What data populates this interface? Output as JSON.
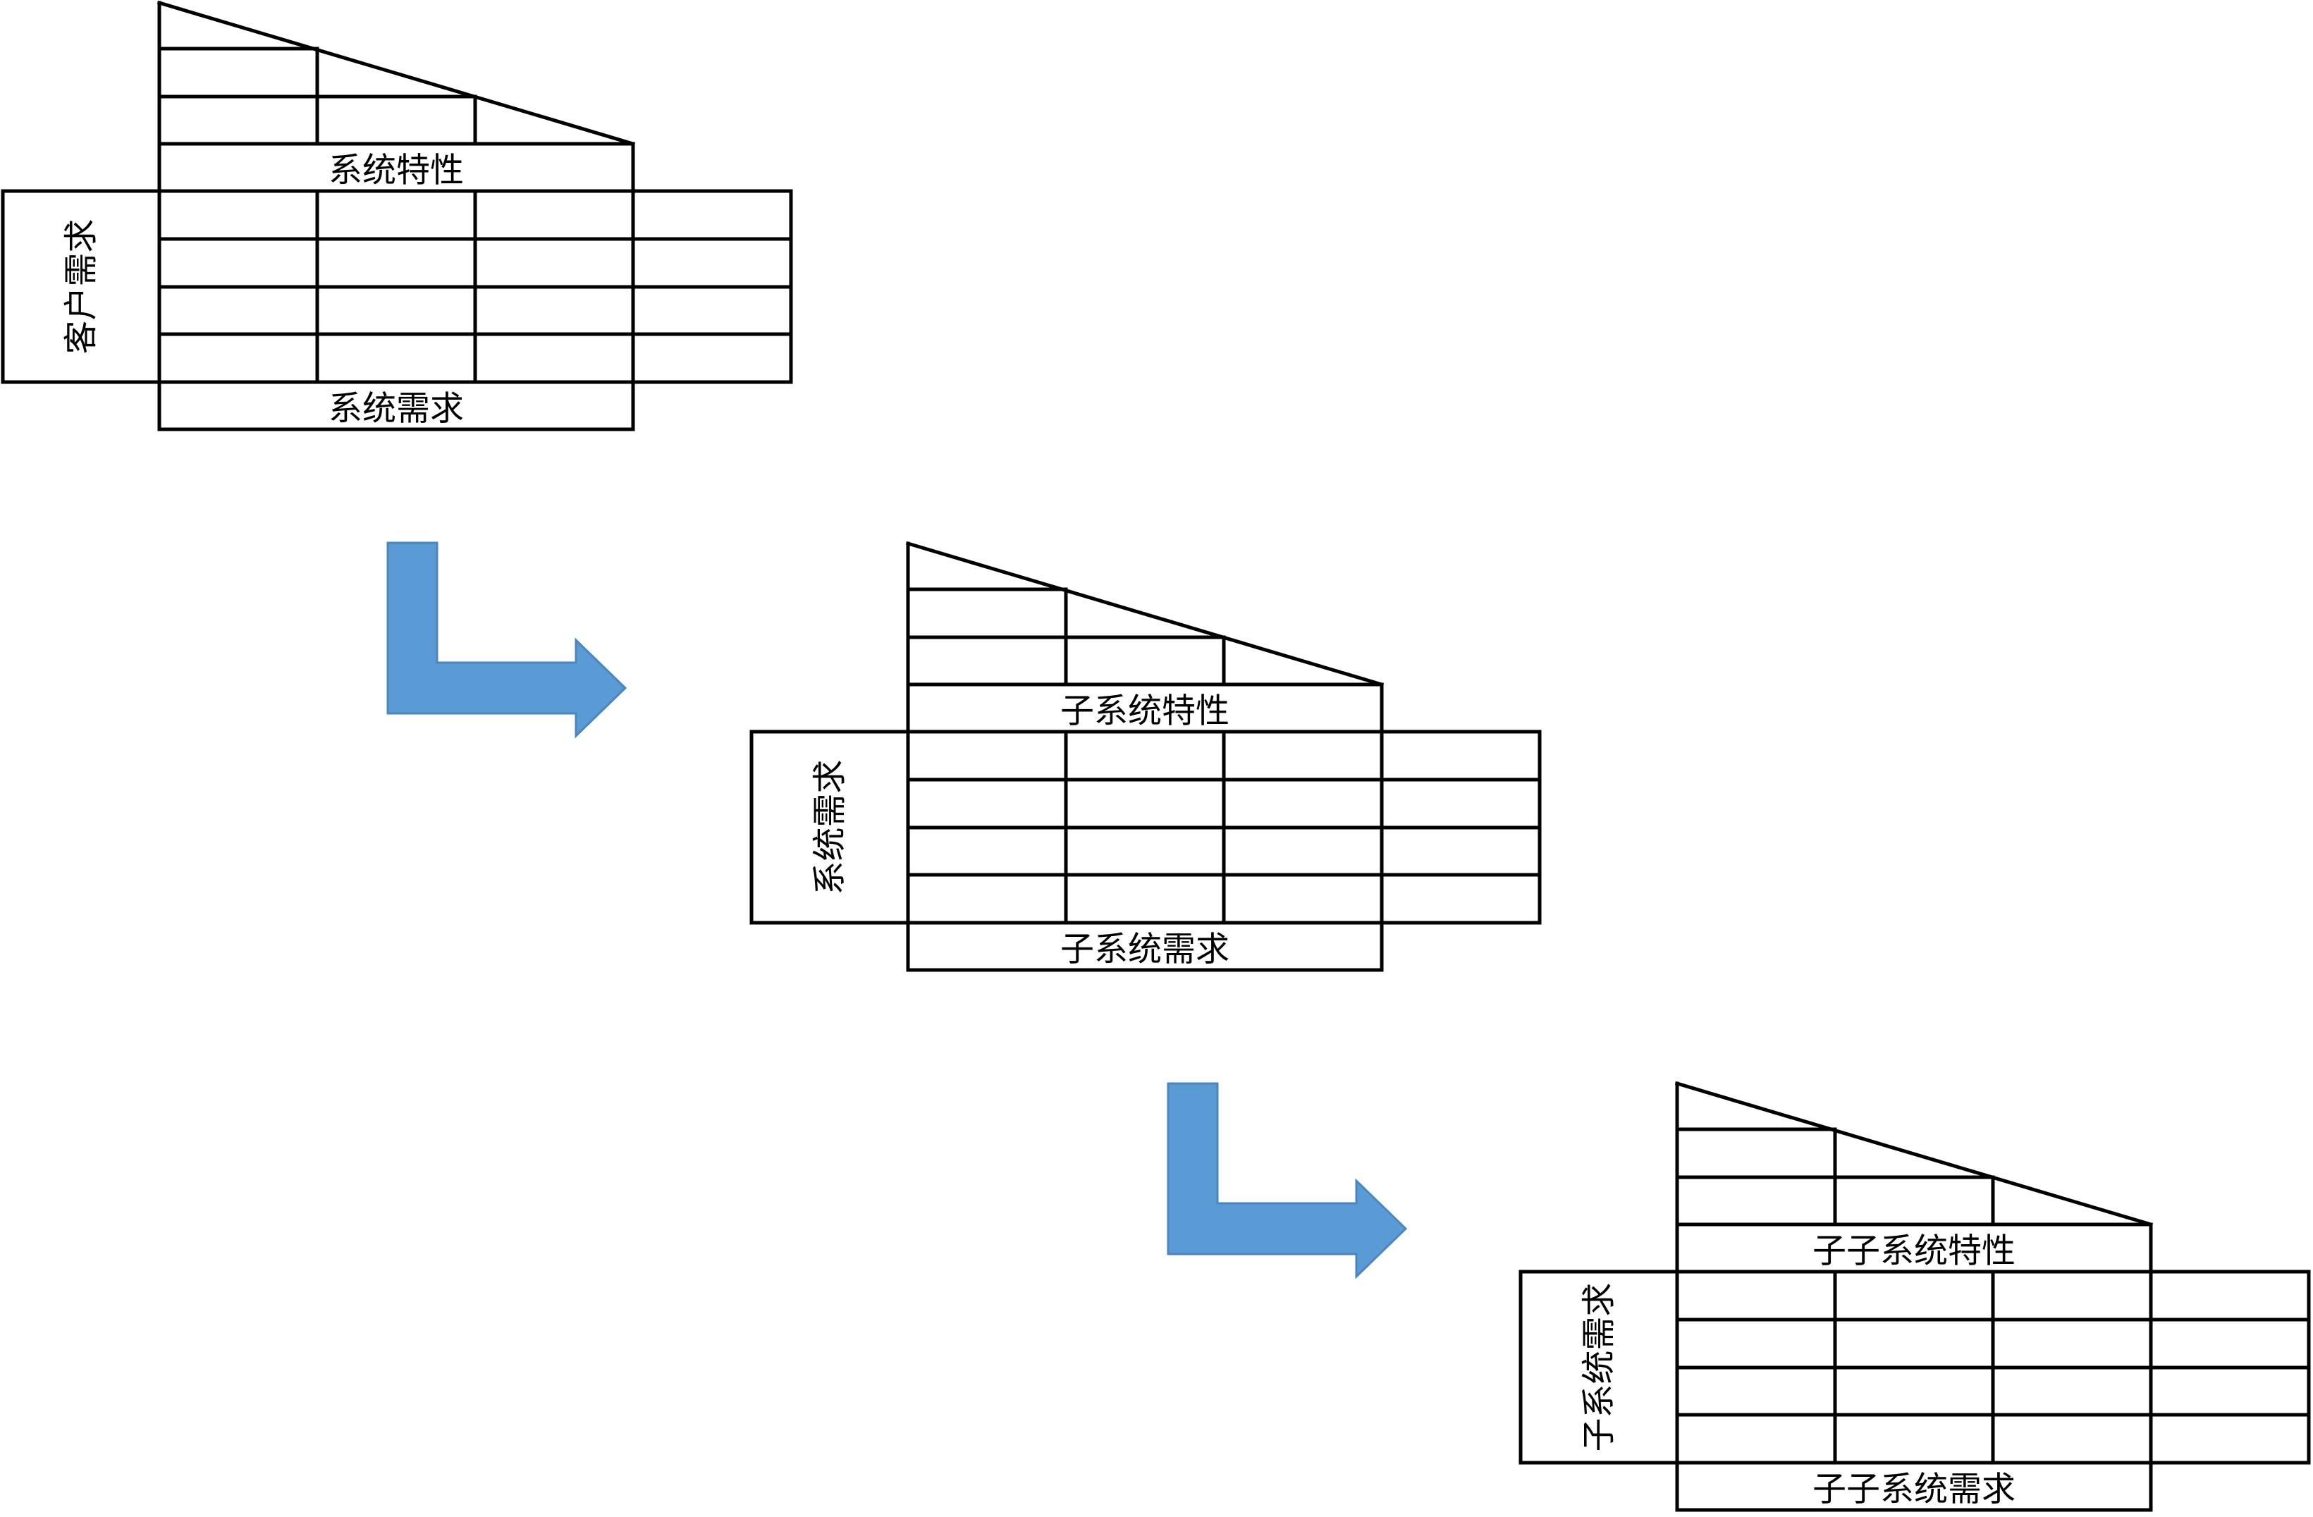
{
  "colors": {
    "line": "#000000",
    "arrow_fill": "#5B9BD5",
    "arrow_stroke": "#4A86C0",
    "background": "#FFFFFF"
  },
  "matrices": [
    {
      "name": "level-1",
      "roof_label": "系统特性",
      "left_label": "客户需求",
      "bottom_label": "系统需求"
    },
    {
      "name": "level-2",
      "roof_label": "子系统特性",
      "left_label": "系统需求",
      "bottom_label": "子系统需求"
    },
    {
      "name": "level-3",
      "roof_label": "子子系统特性",
      "left_label": "子系统需求",
      "bottom_label": "子子系统需求"
    }
  ],
  "arrows": [
    {
      "icon": "bent-arrow-right-icon",
      "from": "level-1",
      "to": "level-2"
    },
    {
      "icon": "bent-arrow-right-icon",
      "from": "level-2",
      "to": "level-3"
    }
  ]
}
